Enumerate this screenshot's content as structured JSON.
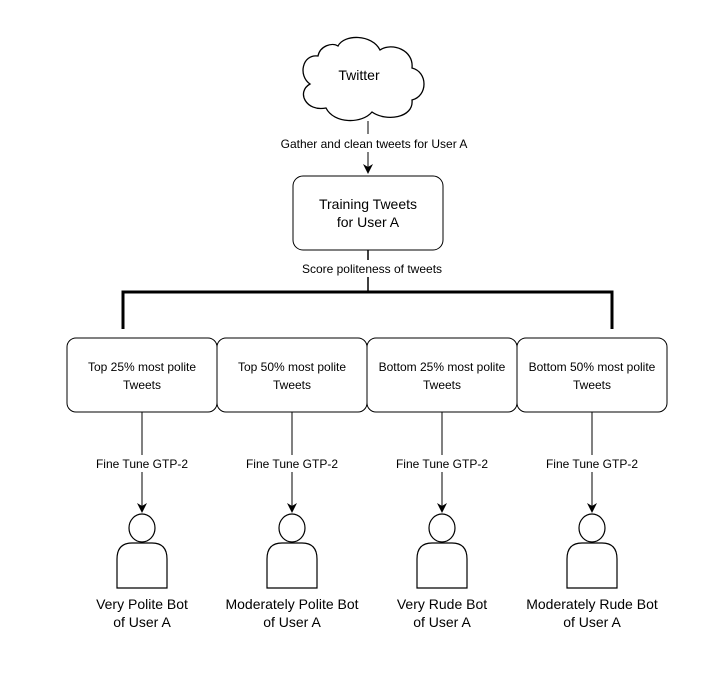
{
  "source": {
    "label": "Twitter"
  },
  "edges": {
    "gather": "Gather and clean tweets for User A",
    "score": "Score politeness of tweets",
    "fine_tune": [
      "Fine Tune GTP-2",
      "Fine Tune GTP-2",
      "Fine Tune GTP-2",
      "Fine Tune GTP-2"
    ]
  },
  "training": {
    "line1": "Training Tweets",
    "line2": "for User A"
  },
  "subsets": [
    {
      "line1": "Top 25% most polite",
      "line2": "Tweets"
    },
    {
      "line1": "Top 50% most polite",
      "line2": "Tweets"
    },
    {
      "line1": "Bottom 25% most polite",
      "line2": "Tweets"
    },
    {
      "line1": "Bottom 50% most polite",
      "line2": "Tweets"
    }
  ],
  "bots": [
    {
      "line1": "Very Polite Bot",
      "line2": "of User A"
    },
    {
      "line1": "Moderately Polite Bot",
      "line2": "of User A"
    },
    {
      "line1": "Very Rude Bot",
      "line2": "of User A"
    },
    {
      "line1": "Moderately Rude Bot",
      "line2": "of User A"
    }
  ],
  "colors": {
    "stroke": "#000000",
    "fill": "#ffffff",
    "text": "#000000"
  }
}
